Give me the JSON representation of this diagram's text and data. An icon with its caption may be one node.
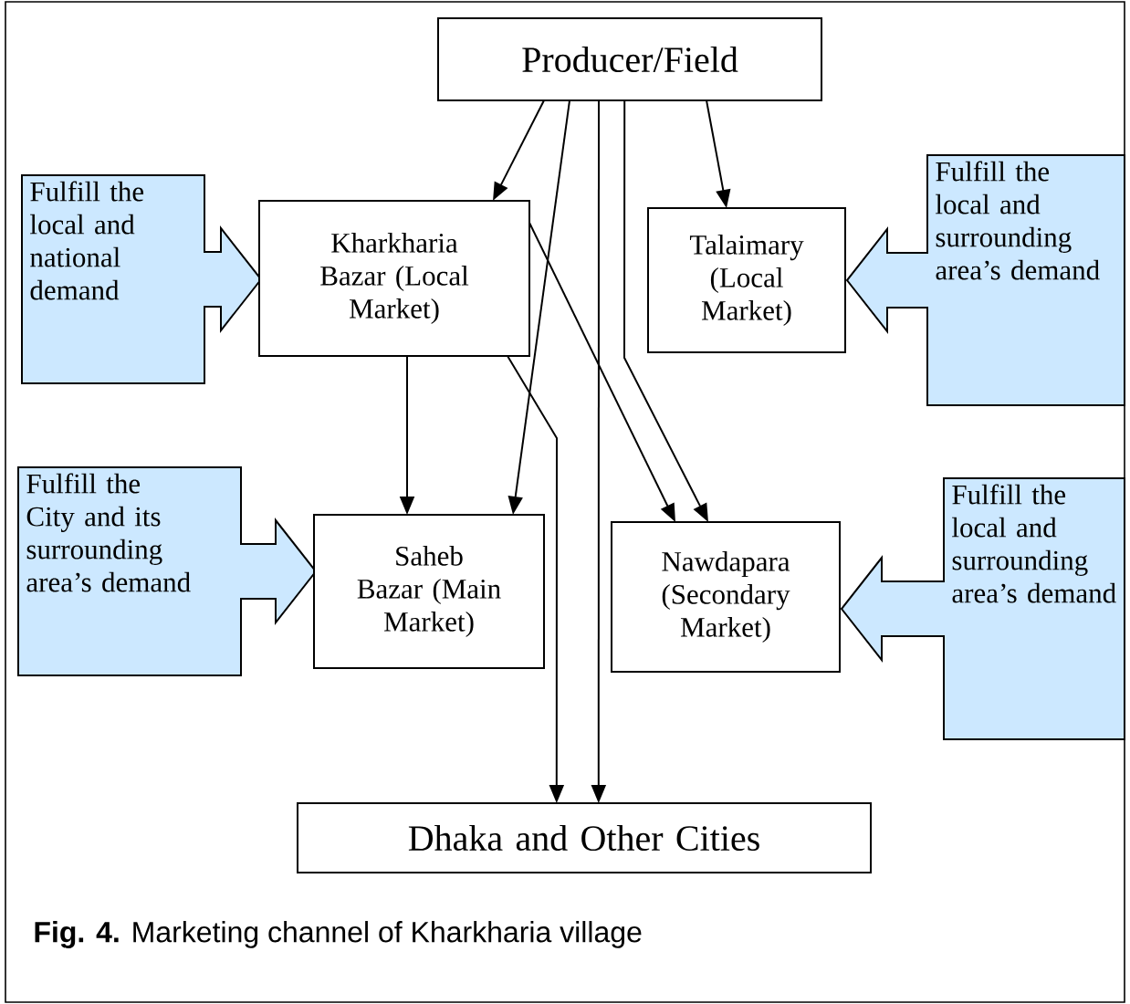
{
  "diagram": {
    "caption": "**Fig. 4.** Marketing channel of Kharkharia village",
    "nodes": [
      {
        "text": [
          "Producer/Field"
        ]
      },
      {
        "text": [
          "Fulfill the local and national demand"
        ]
      },
      {
        "text": [
          "Kharkharia Bazar (Local Market)"
        ]
      },
      {
        "text": [
          "Talaimary (Local Market)"
        ]
      },
      {
        "text": [
          "Fulfill the local and surrounding area’s demand"
        ]
      },
      {
        "text": [
          "Fulfill the City and its surrounding area’s demand"
        ]
      },
      {
        "text": [
          "Saheb Bazar (Main Market)"
        ]
      },
      {
        "text": [
          "Nawdapara (Secondary Market)"
        ]
      },
      {
        "text": [
          "Fulfill the local and surrounding area’s demand"
        ]
      },
      {
        "text": [
          "Dhaka and Other Cities"
        ]
      }
    ],
    "edges": [
      {
        "from": 0,
        "to": 2,
        "arrow": "to"
      },
      {
        "from": 0,
        "to": 6,
        "arrow": "to"
      },
      {
        "from": 0,
        "to": 9,
        "arrow": "to"
      },
      {
        "from": 0,
        "to": 7,
        "arrow": "to"
      },
      {
        "from": 0,
        "to": 3,
        "arrow": "to"
      },
      {
        "from": 2,
        "to": 6,
        "arrow": "to"
      },
      {
        "from": 2,
        "to": 9,
        "arrow": "to"
      },
      {
        "from": 2,
        "to": 7,
        "arrow": "to"
      }
    ]
  }
}
